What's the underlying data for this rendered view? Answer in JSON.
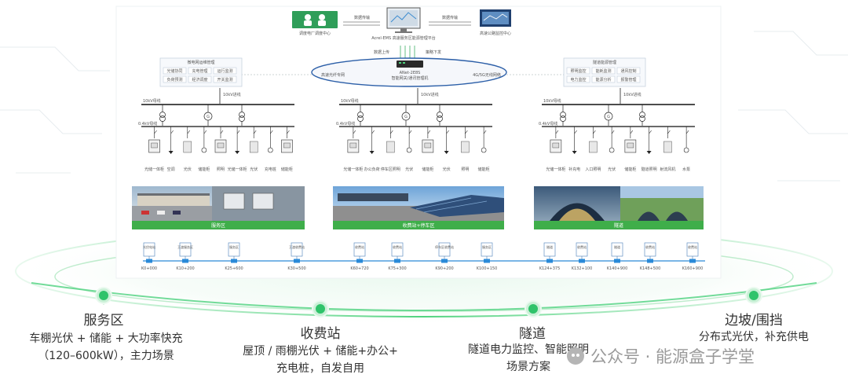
{
  "top": {
    "left_center": "调度电厂调度中心",
    "left_arrow": "数据传输",
    "platform": "Acrel-EMS 高速服务区能源管理平台",
    "right_arrow": "数据传输",
    "right_center": "高速公路监控中心",
    "up_label": "数据上传",
    "down_label": "策略下发",
    "gateway_model": "ANet-2E8S",
    "gateway_name": "智能网关/通讯管理机",
    "net_left": "高速光纤专网",
    "net_right": "4G/5G无线网络"
  },
  "panels": {
    "left": {
      "title": "微电网运维管理",
      "items": [
        "光储协同",
        "充电管理",
        "运行监测",
        "负荷预测",
        "经济调度",
        "开关监测"
      ]
    },
    "right": {
      "title": "隧道能源管理",
      "items": [
        "照明监控",
        "能耗监测",
        "通风控制",
        "电力监控",
        "能源分析",
        "报警管理"
      ]
    }
  },
  "diagrams": [
    {
      "hv": "10kV进线",
      "bus": "10kV母线",
      "lv": "0.4kV母线",
      "labels": [
        "光储一体柜",
        "空调",
        "光伏",
        "储能柜",
        "照明",
        "光储一体柜",
        "光伏",
        "充电桩",
        "储能柜"
      ]
    },
    {
      "hv": "10kV进线",
      "bus": "10kV母线",
      "lv": "0.4kV母线",
      "labels": [
        "光储一体柜",
        "办公负荷",
        "停车区照明",
        "光伏",
        "储能柜",
        "光伏",
        "照明",
        "储能柜"
      ]
    },
    {
      "hv": "10kV进线",
      "bus": "10kV母线",
      "lv": "0.4kV母线",
      "labels": [
        "光储一体柜",
        "补充电",
        "入口照明",
        "光伏",
        "储能柜",
        "隧道照明",
        "射流风机",
        "水泵"
      ]
    }
  ],
  "photo_captions": [
    "服务区",
    "收费站+停车区",
    "隧道"
  ],
  "stations": [
    {
      "name": "光伏电站",
      "km": "K0+000"
    },
    {
      "name": "王渡服务区",
      "km": "K10+200"
    },
    {
      "name": "服务区",
      "km": "K25+600"
    },
    {
      "name": "王渡收费站",
      "km": "K30+500"
    },
    {
      "name": "收费站",
      "km": "K60+720"
    },
    {
      "name": "收费站",
      "km": "K75+300"
    },
    {
      "name": "停车区收费站",
      "km": "K90+200"
    },
    {
      "name": "服务区",
      "km": "K100+150"
    },
    {
      "name": "隧道",
      "km": "K124+375"
    },
    {
      "name": "收费站",
      "km": "K132+100"
    },
    {
      "name": "隧道",
      "km": "K140+900"
    },
    {
      "name": "收费站",
      "km": "K148+500"
    },
    {
      "name": "收费站",
      "km": "K160+900"
    }
  ],
  "categories": [
    {
      "title": "服务区",
      "desc": [
        "车棚光伏 + 储能 + 大功率快充",
        "（120–600kW），主力场景"
      ]
    },
    {
      "title": "收费站",
      "desc": [
        "屋顶 / 雨棚光伏 + 储能+办公+",
        "充电桩，自发自用"
      ]
    },
    {
      "title": "隧道",
      "desc": [
        "隧道电力监控、智能照明",
        "场景方案"
      ]
    },
    {
      "title": "边坡/围挡",
      "desc": [
        "分布式光伏，补充供电"
      ]
    }
  ],
  "watermark": "公众号 · 能源盒子学堂",
  "colors": {
    "accent": "#2fc36a",
    "caption_bar": "#3fae4a",
    "road": "#2b8ad8"
  }
}
